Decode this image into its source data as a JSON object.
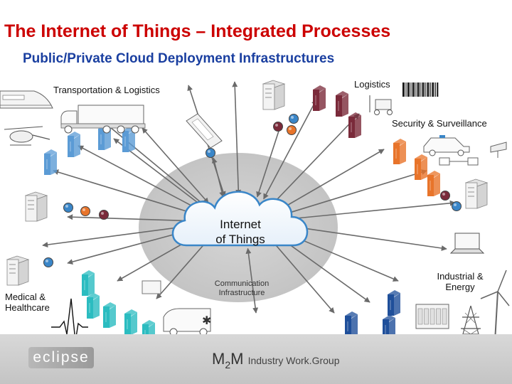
{
  "title": "The Internet of Things – Integrated Processes",
  "subtitle": "Public/Private Cloud Deployment Infrastructures",
  "labels": {
    "transportation": "Transportation & Logistics",
    "logistics": "Logistics",
    "security": "Security & Surveillance",
    "industrial_line1": "Industrial &",
    "industrial_line2": "Energy",
    "medical_line1": "Medical &",
    "medical_line2": "Healthcare"
  },
  "cloud": {
    "line1": "Internet",
    "line2": "of Things"
  },
  "comm": {
    "line1": "Communication",
    "line2": "Infrastructure"
  },
  "footer": {
    "logo_text": "eclipse",
    "m2m_m1": "M",
    "m2m_sub": "2",
    "m2m_m2": "M",
    "workgroup": "Industry Work.Group"
  },
  "colors": {
    "title": "#cc0000",
    "subtitle": "#1a3fa0",
    "cloud": "#3a86c8",
    "glow": "#c9c9c9",
    "arrow": "#6a6a6a",
    "transport_server": "#5b9bd5",
    "logistics_server": "#7a2a3a",
    "security_server": "#e8742a",
    "medical_server": "#2bbcc0",
    "industrial_server": "#1f4f9a"
  }
}
